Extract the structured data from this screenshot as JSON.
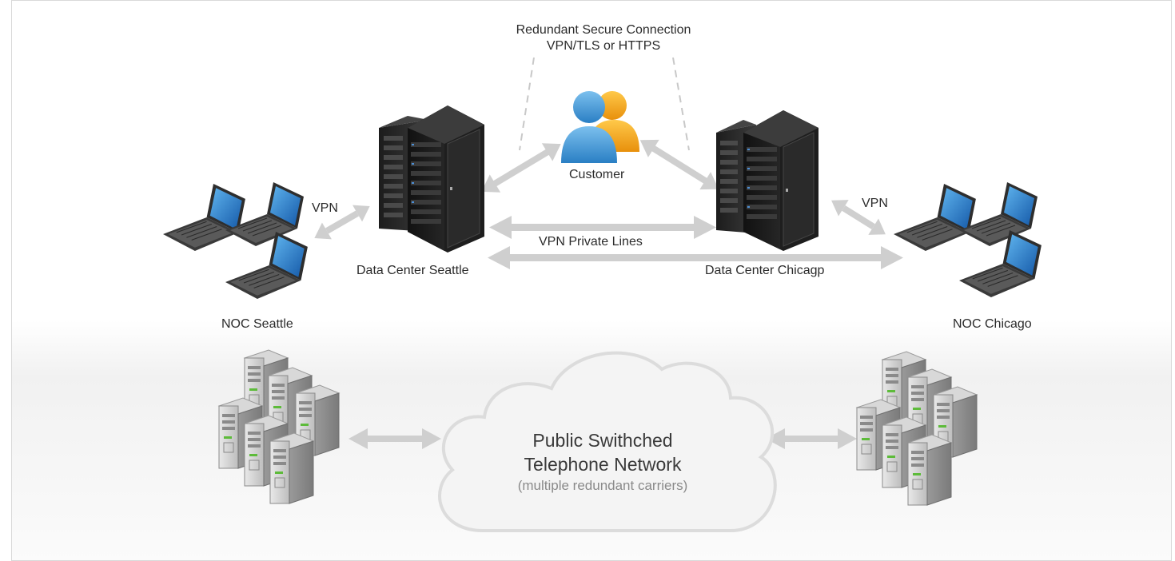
{
  "labels": {
    "secure_connection_line1": "Redundant Secure Connection",
    "secure_connection_line2": "VPN/TLS or HTTPS",
    "customer": "Customer",
    "vpn_left": "VPN",
    "vpn_right": "VPN",
    "vpn_private_lines": "VPN Private Lines",
    "dc_seattle": "Data Center Seattle",
    "dc_chicago": "Data Center Chicagp",
    "noc_seattle": "NOC Seattle",
    "noc_chicago": "NOC Chicago",
    "cloud_line1": "Public Swithched",
    "cloud_line2": "Telephone Network",
    "cloud_line3": "(multiple redundant carriers)"
  },
  "colors": {
    "arrow": "#cfcfcf",
    "rack": "#2a2a2a",
    "laptop_screen": "#1e6fc0",
    "customer_blue": "#4d9fd8",
    "customer_orange": "#f2a51a",
    "cloud_fill": "#f4f4f4",
    "cloud_stroke": "#dcdcdc"
  }
}
